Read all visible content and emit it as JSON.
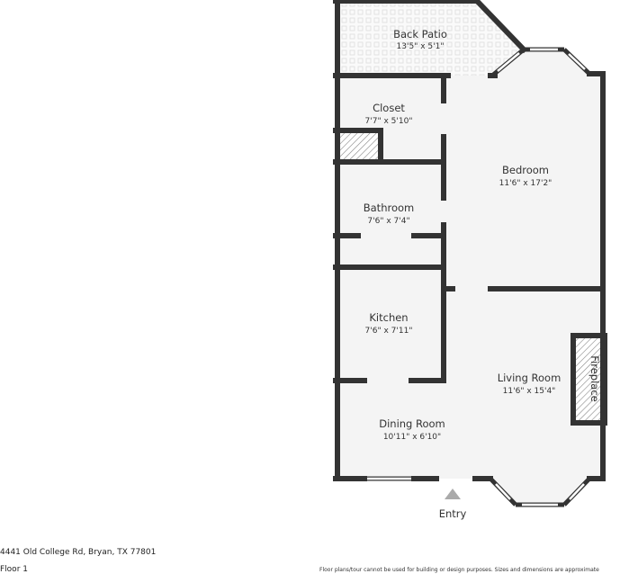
{
  "rooms": [
    {
      "name": "Back Patio",
      "dims": "13'5\" x 5'1\""
    },
    {
      "name": "Closet",
      "dims": "7'7\" x 5'10\""
    },
    {
      "name": "Bedroom",
      "dims": "11'6\" x 17'2\""
    },
    {
      "name": "Bathroom",
      "dims": "7'6\" x 7'4\""
    },
    {
      "name": "Kitchen",
      "dims": "7'6\" x 7'11\""
    },
    {
      "name": "Living Room",
      "dims": "11'6\" x 15'4\""
    },
    {
      "name": "Dining Room",
      "dims": "10'11\" x 6'10\""
    }
  ],
  "fireplace_label": "Fireplace",
  "entry_label": "Entry",
  "address": "4441 Old College Rd, Bryan, TX 77801",
  "floor": "Floor 1",
  "disclaimer": "Floor plans/tour cannot be used for building or design purposes. Sizes and dimensions are approximate",
  "colors": {
    "wall": "#333333",
    "floor": "#f4f4f4",
    "entry_marker": "#aaaaaa"
  }
}
